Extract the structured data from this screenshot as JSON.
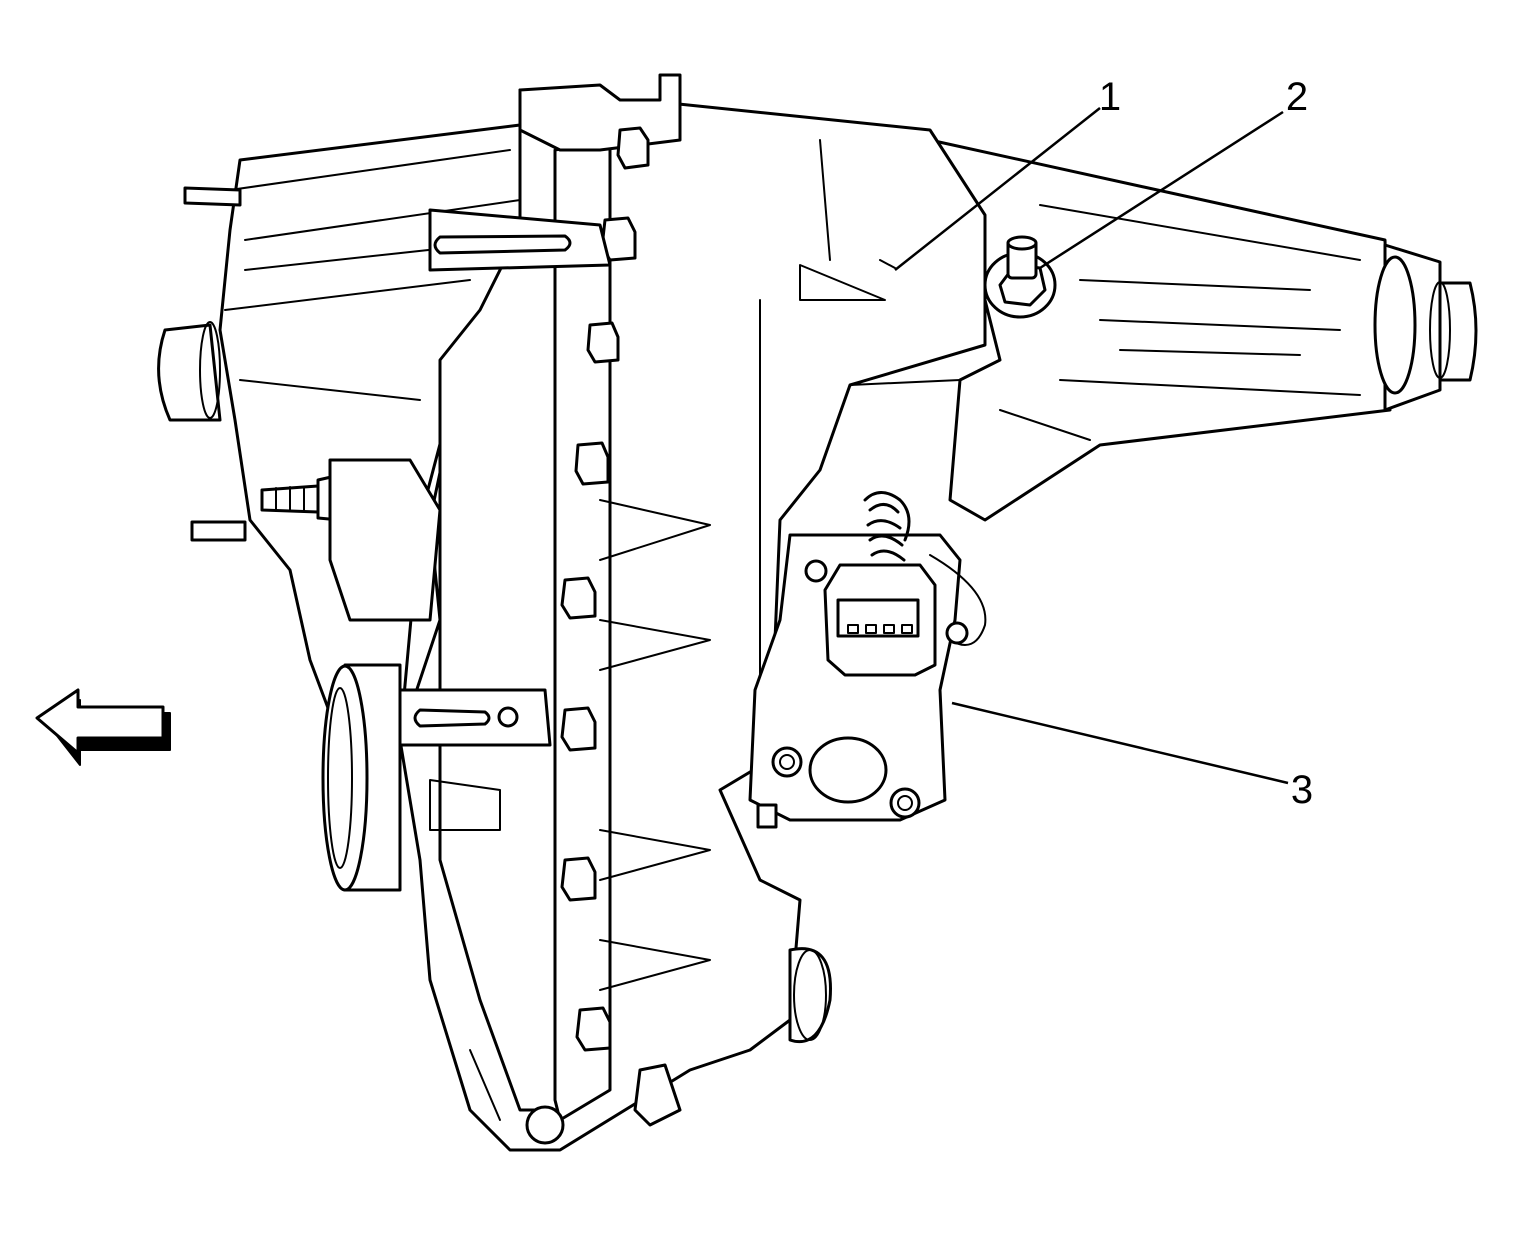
{
  "diagram": {
    "callouts": [
      {
        "id": "c1",
        "label": "1"
      },
      {
        "id": "c2",
        "label": "2"
      },
      {
        "id": "c3",
        "label": "3"
      }
    ],
    "direction_arrow": {
      "icon": "left-arrow-icon",
      "direction": "left"
    },
    "line_color": "#000000",
    "background_color": "#ffffff"
  }
}
